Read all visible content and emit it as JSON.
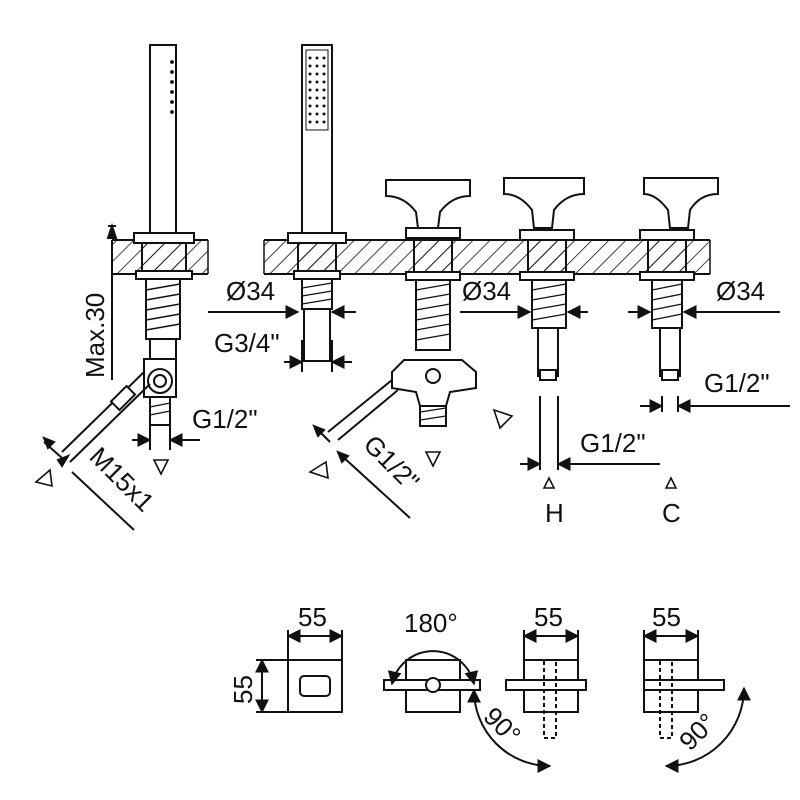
{
  "labels": {
    "max_height": "Max.30",
    "diam_shower": "Ø34",
    "thread_shower": "G3/4\"",
    "diam_diverter": "Ø34",
    "diam_cold": "Ø34",
    "outlet_handshower": "G1/2\"",
    "outlet_hose": "M15x1",
    "outlet_diverter": "G1/2\"",
    "inlet_hot": "G1/2\"",
    "inlet_cold": "G1/2\"",
    "hot_marker": "H",
    "cold_marker": "C",
    "top_width_1": "55",
    "top_height_1": "55",
    "rotation_180": "180°",
    "top_width_2": "55",
    "rotation_90_a": "90°",
    "top_width_3": "55",
    "rotation_90_b": "90°"
  },
  "colors": {
    "line": "#111111",
    "background": "#ffffff"
  }
}
